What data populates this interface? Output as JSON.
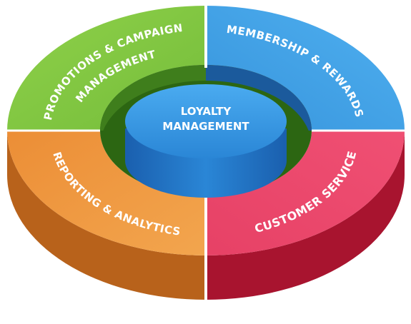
{
  "hub": {
    "line1": "LOYALTY",
    "line2": "MANAGEMENT"
  },
  "segments": {
    "promotions": {
      "line1": "PROMOTIONS & CAMPAIGN",
      "line2": "MANAGEMENT"
    },
    "membership": {
      "line1": "MEMBERSHIP & REWARDS"
    },
    "reporting": {
      "line1": "REPORTING & ANALYTICS"
    },
    "customer_service": {
      "line1": "CUSTOMER SERVICE"
    }
  },
  "colors": {
    "green_top": "#7bc43c",
    "green_side": "#4a8f1c",
    "blue_top": "#2f8fdd",
    "blue_side": "#1b5fa8",
    "orange_top": "#f2a341",
    "orange_side": "#b8621b",
    "red_top": "#ee4a6c",
    "red_side": "#a8142f",
    "hub_top": "#3a9be8",
    "hub_side": "#1e6fc0",
    "inner_wall": "#2e6a10"
  }
}
